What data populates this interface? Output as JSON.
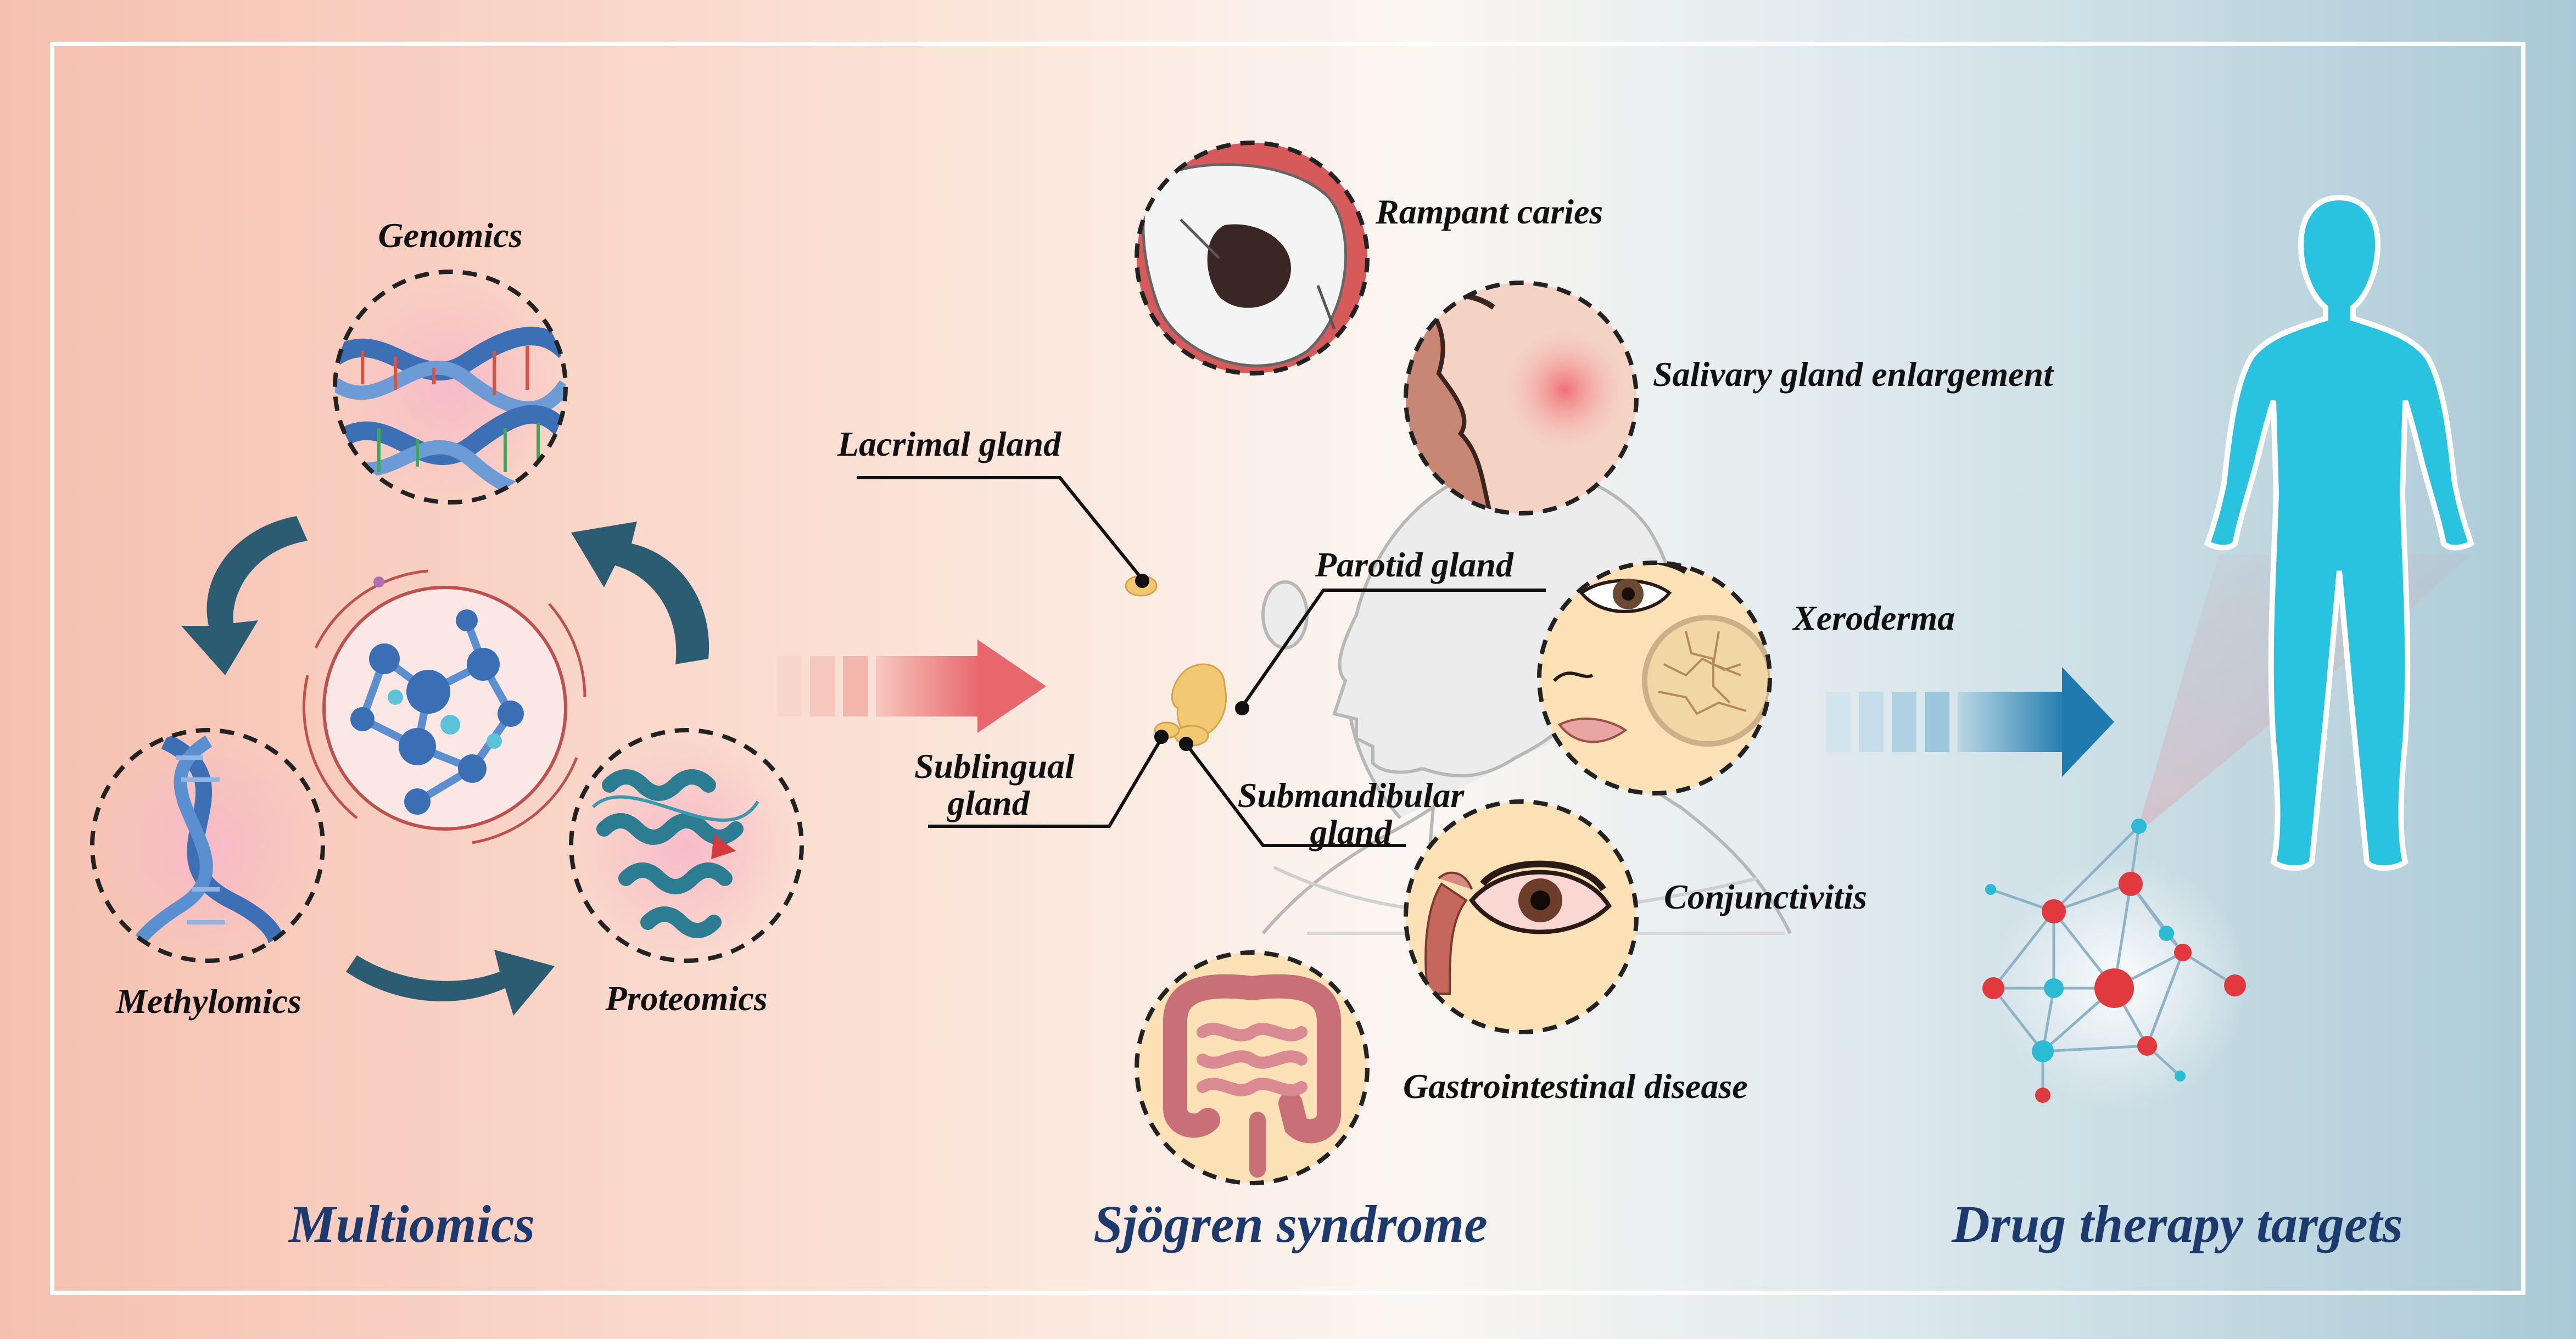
{
  "sections": {
    "multiomics": {
      "title": "Multiomics",
      "items": [
        {
          "label": "Genomics",
          "icon": "dna-helix-icon"
        },
        {
          "label": "Methylomics",
          "icon": "dna-strand-icon"
        },
        {
          "label": "Proteomics",
          "icon": "protein-structure-icon"
        }
      ],
      "center_icon": "molecular-network-icon"
    },
    "sjogren": {
      "title": "Sjögren syndrome",
      "glands": {
        "lacrimal": "Lacrimal gland",
        "parotid": "Parotid gland",
        "sublingual": [
          "Sublingual",
          "gland"
        ],
        "submandibular": [
          "Submandibular",
          "gland"
        ]
      },
      "symptoms": [
        {
          "label": "Rampant caries",
          "icon": "tooth-caries-icon"
        },
        {
          "label": "Salivary gland enlargement",
          "icon": "swollen-cheek-icon"
        },
        {
          "label": "Xeroderma",
          "icon": "dry-skin-icon"
        },
        {
          "label": "Conjunctivitis",
          "icon": "red-eye-icon"
        },
        {
          "label": "Gastrointestinal disease",
          "icon": "intestine-icon"
        }
      ]
    },
    "drug": {
      "title": "Drug therapy targets",
      "icons": [
        "human-body-icon",
        "target-network-icon"
      ]
    }
  },
  "colors": {
    "title_blue": "#1d3a6e",
    "arrow_red": "#e8676c",
    "arrow_blue": "#1f7ab0",
    "body_cyan": "#29c3df",
    "cycle_arrow": "#2c5c72",
    "node_red": "#e03a3e",
    "node_cyan": "#2bbbd6"
  }
}
